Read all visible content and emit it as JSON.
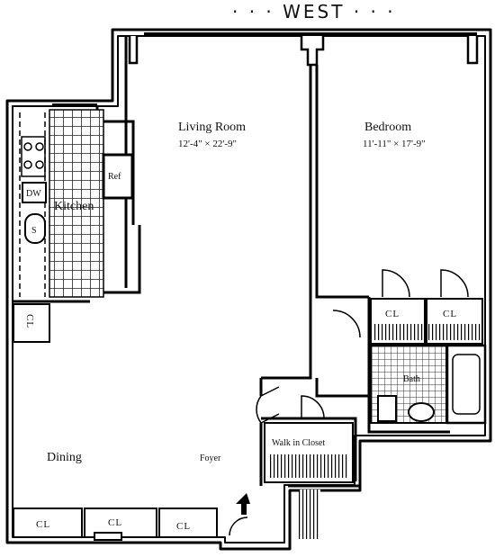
{
  "header": {
    "compass": "· · · WEST · · ·"
  },
  "rooms": {
    "living_room": {
      "name": "Living Room",
      "dims": "12'-4\" × 22'-9\""
    },
    "bedroom": {
      "name": "Bedroom",
      "dims": "11'-11\" × 17'-9\""
    },
    "kitchen": {
      "name": "Kitchen"
    },
    "dining": {
      "name": "Dining"
    },
    "foyer": {
      "name": "Foyer"
    },
    "bath": {
      "name": "Bath"
    },
    "walk_in_closet": {
      "name": "Walk in Closet"
    }
  },
  "fixtures": {
    "refrigerator": "Ref",
    "dishwasher": "DW",
    "sink": "S",
    "closet_label": "CL"
  }
}
